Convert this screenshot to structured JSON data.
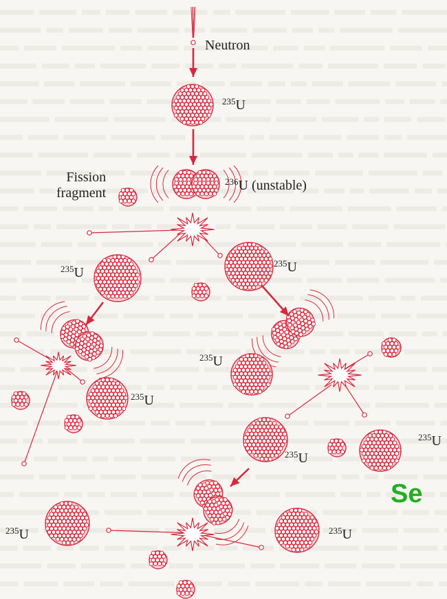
{
  "labels": {
    "neutron": "Neutron",
    "u235_mass": "235",
    "u236_mass": "236",
    "element": "U",
    "unstable": "(unstable)",
    "fission_fragment_line1": "Fission",
    "fission_fragment_line2": "fragment"
  },
  "caption": "Se",
  "colors": {
    "nucleus": "#d8283c",
    "nucleus_fill": "#f6d6d9",
    "arrow": "#d8283c",
    "text": "#222222",
    "caption": "#20b020",
    "background": "#f7f6f2"
  }
}
